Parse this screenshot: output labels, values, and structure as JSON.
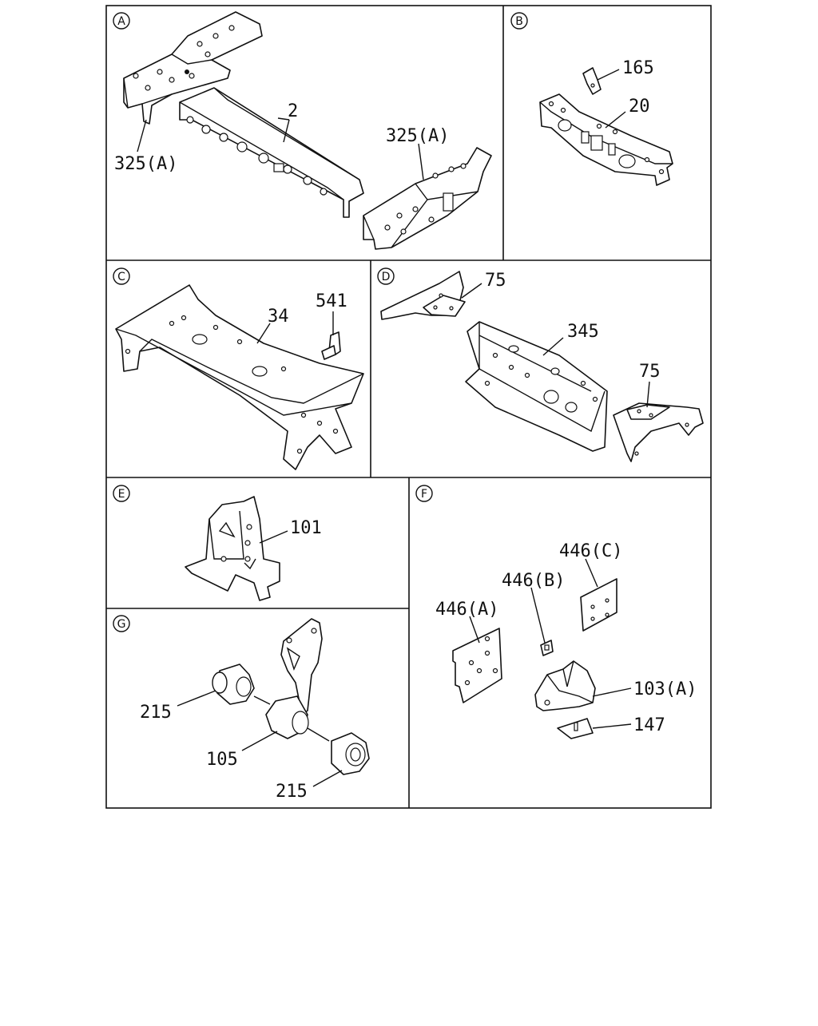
{
  "panels": [
    {
      "letter": "A",
      "callouts": [
        "2",
        "325(A)",
        "325(A)"
      ]
    },
    {
      "letter": "B",
      "callouts": [
        "165",
        "20"
      ]
    },
    {
      "letter": "C",
      "callouts": [
        "34",
        "541"
      ]
    },
    {
      "letter": "D",
      "callouts": [
        "75",
        "345",
        "75"
      ]
    },
    {
      "letter": "E",
      "callouts": [
        "101"
      ]
    },
    {
      "letter": "F",
      "callouts": [
        "446(C)",
        "446(B)",
        "446(A)",
        "103(A)",
        "147"
      ]
    },
    {
      "letter": "G",
      "callouts": [
        "215",
        "105",
        "215"
      ]
    }
  ]
}
